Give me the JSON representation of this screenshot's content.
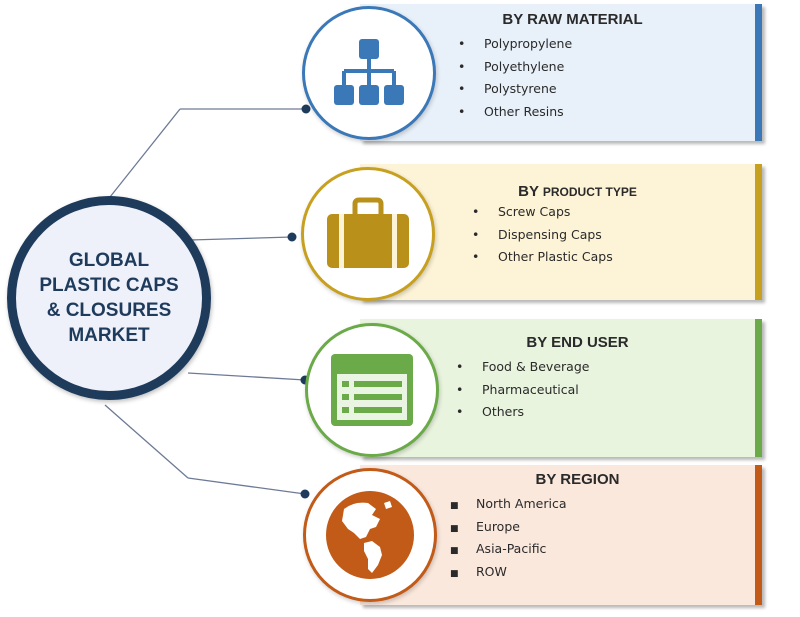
{
  "center": {
    "lines": [
      "GLOBAL",
      "PLASTIC CAPS",
      "& CLOSURES",
      "MARKET"
    ]
  },
  "segments": [
    {
      "title_main": "BY RAW MATERIAL",
      "icon": "hierarchy-icon",
      "color": "#3a78b8",
      "items": [
        "Polypropylene",
        "Polyethylene",
        "Polystyrene",
        "Other Resins"
      ]
    },
    {
      "title_main": "BY",
      "title_small": "PRODUCT TYPE",
      "icon": "briefcase-icon",
      "color": "#c8a020",
      "items": [
        "Screw Caps",
        "Dispensing Caps",
        "Other Plastic Caps"
      ]
    },
    {
      "title_main": "BY END USER",
      "icon": "document-list-icon",
      "color": "#6aaa48",
      "items": [
        "Food & Beverage",
        "Pharmaceutical",
        "Others"
      ]
    },
    {
      "title_main": "BY REGION",
      "icon": "globe-icon",
      "color": "#c25a18",
      "items": [
        "North America",
        "Europe",
        "Asia-Pacific",
        "ROW"
      ]
    }
  ]
}
